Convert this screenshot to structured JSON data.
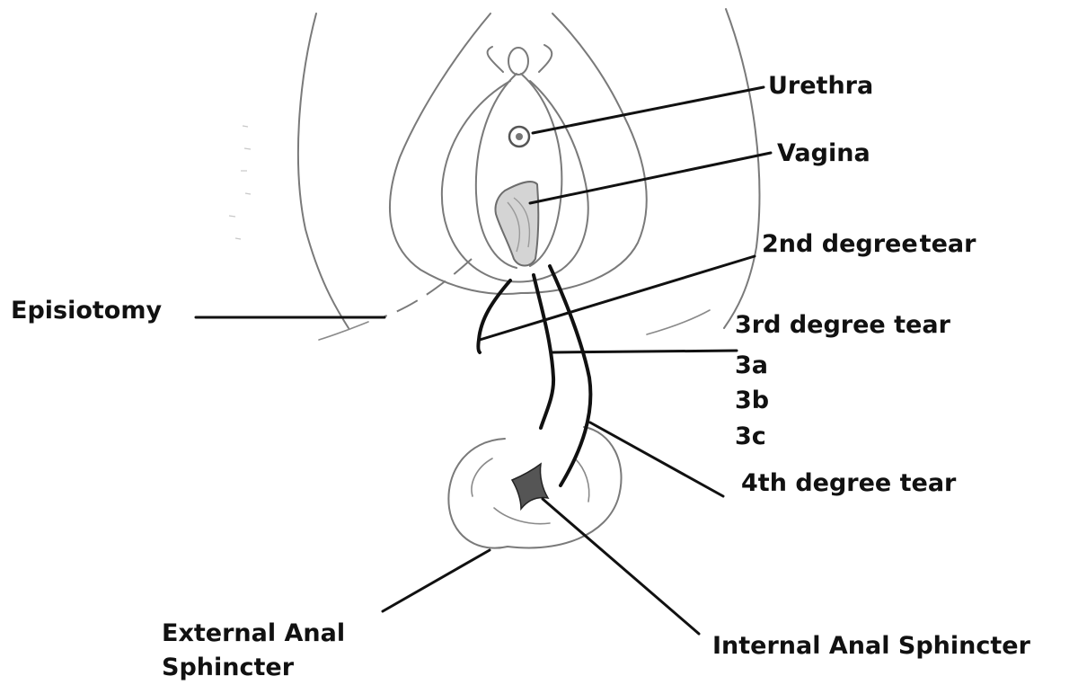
{
  "labels": {
    "urethra": "Urethra",
    "vagina": "Vagina",
    "second_degree_1": "2nd degree",
    "second_degree_2": "tear",
    "episiotomy": "Episiotomy",
    "third_degree": "3rd degree tear",
    "sub_3a": "3a",
    "sub_3b": "3b",
    "sub_3c": "3c",
    "fourth_degree": "4th degree tear",
    "external_sphincter_line1": "External Anal",
    "external_sphincter_line2": "Sphincter",
    "internal_sphincter": "Internal Anal Sphincter"
  },
  "colors": {
    "sketch": "#7a7a7a",
    "ink": "#111111",
    "background": "#ffffff"
  }
}
